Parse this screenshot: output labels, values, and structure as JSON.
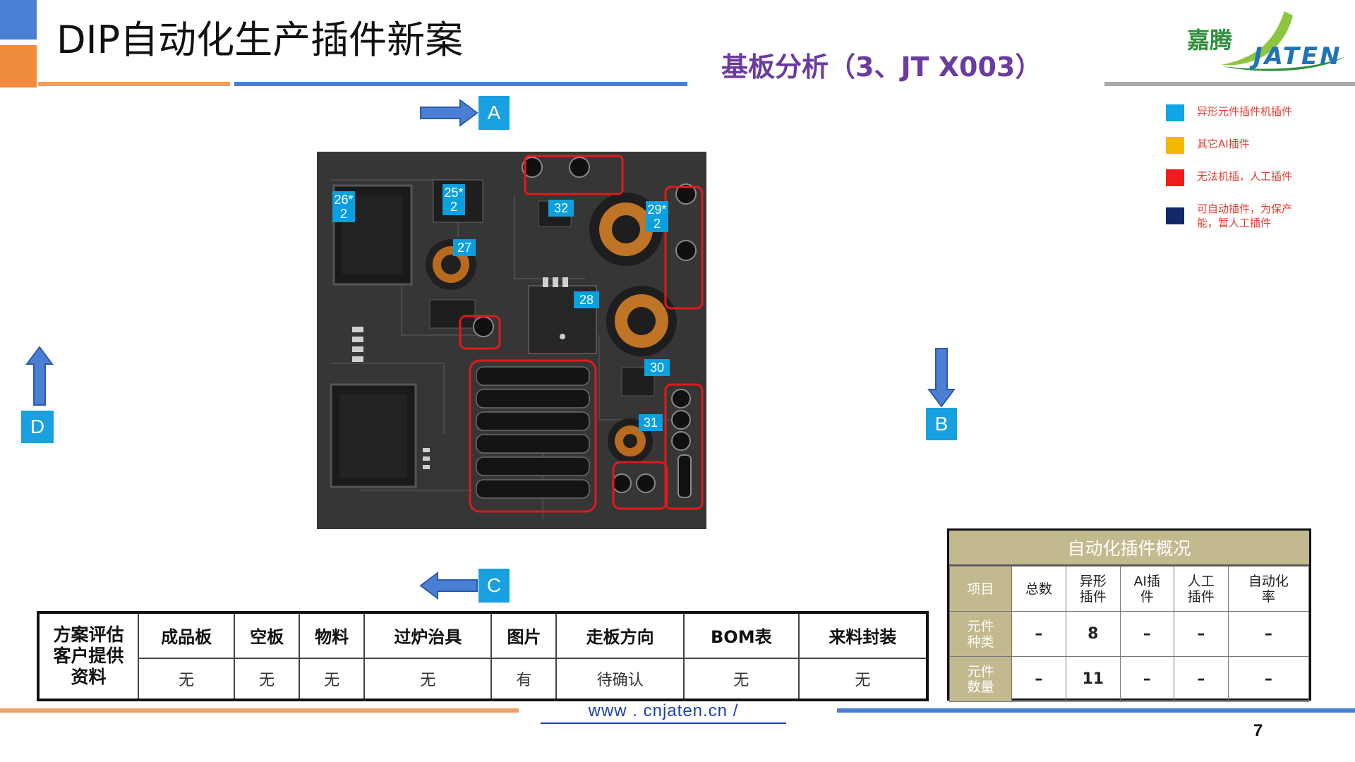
{
  "header": {
    "title": "DIP自动化生产插件新案",
    "subtitle": "基板分析（3、JT  X003）",
    "logo_cn": "嘉腾",
    "logo_en": "JATEN"
  },
  "legend": [
    {
      "label": "异形元件插件机插件",
      "color": "#12a4e8"
    },
    {
      "label": "其它AI插件",
      "color": "#f5b800"
    },
    {
      "label": "无法机插，人工插件",
      "color": "#ee1c1c"
    },
    {
      "label": "可自动插件，为保产能，暂人工插件",
      "color": "#0e2a66"
    }
  ],
  "directions": {
    "a": "A",
    "b": "B",
    "c": "C",
    "d": "D"
  },
  "board_labels": {
    "l26": "26*\n2",
    "l25": "25*\n2",
    "l27": "27",
    "l28": "28",
    "l29": "29*\n2",
    "l30": "30",
    "l31": "31",
    "l32": "32"
  },
  "info_table": {
    "side_header": "方案评估\n客户提供\n资料",
    "columns": [
      "成品板",
      "空板",
      "物料",
      "过炉治具",
      "图片",
      "走板方向",
      "BOM表",
      "来料封装"
    ],
    "values": [
      "无",
      "无",
      "无",
      "无",
      "有",
      "待确认",
      "无",
      "无"
    ]
  },
  "summary": {
    "title": "自动化插件概况",
    "headers": [
      "项目",
      "总数",
      "异形\n插件",
      "AI插\n件",
      "人工\n插件",
      "自动化\n率"
    ],
    "rows": [
      {
        "label": "元件\n种类",
        "values": [
          "–",
          "8",
          "–",
          "–",
          "–"
        ]
      },
      {
        "label": "元件\n数量",
        "values": [
          "–",
          "11",
          "–",
          "–",
          "–"
        ]
      }
    ]
  },
  "footer": {
    "website": "www . cnjaten.cn    /",
    "page": "7"
  }
}
